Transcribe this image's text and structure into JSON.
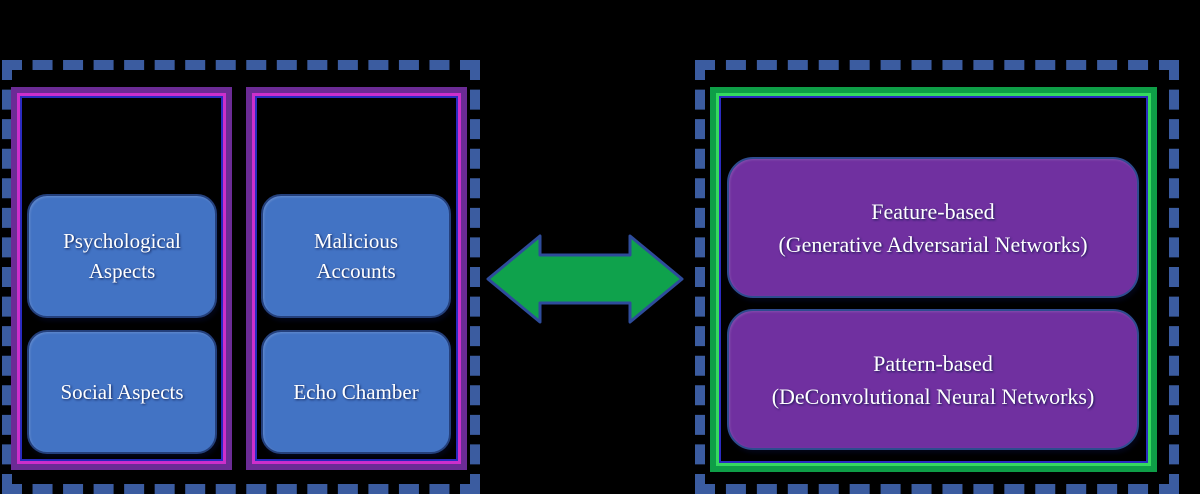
{
  "diagram": {
    "background": "#000000",
    "left_group": {
      "columns": [
        {
          "boxes": [
            {
              "label": "Psychological Aspects"
            },
            {
              "label": "Social Aspects"
            }
          ]
        },
        {
          "boxes": [
            {
              "label": "Malicious Accounts"
            },
            {
              "label": "Echo Chamber"
            }
          ]
        }
      ]
    },
    "connector": {
      "icon": "double-headed-arrow",
      "fill": "#0FA24C",
      "border": "#2E4C9B"
    },
    "right_group": {
      "boxes": [
        {
          "title": "Feature-based",
          "subtitle": "(Generative Adversarial Networks)"
        },
        {
          "title": "Pattern-based",
          "subtitle": "(DeConvolutional Neural Networks)"
        }
      ]
    },
    "colors": {
      "dashed_border": "#3B5CA0",
      "purple_frame": "#6B2B95",
      "purple_frame_highlight": "#CC2FCC",
      "green_frame": "#0E9E47",
      "green_frame_highlight": "#35D95F",
      "inner_accent_line": "#2B2BC0",
      "blue_box_fill": "#4273C4",
      "blue_box_border": "#24407C",
      "purple_box_fill": "#7030A0",
      "purple_box_border": "#2E4C8F",
      "text": "#FFFFFF"
    }
  }
}
